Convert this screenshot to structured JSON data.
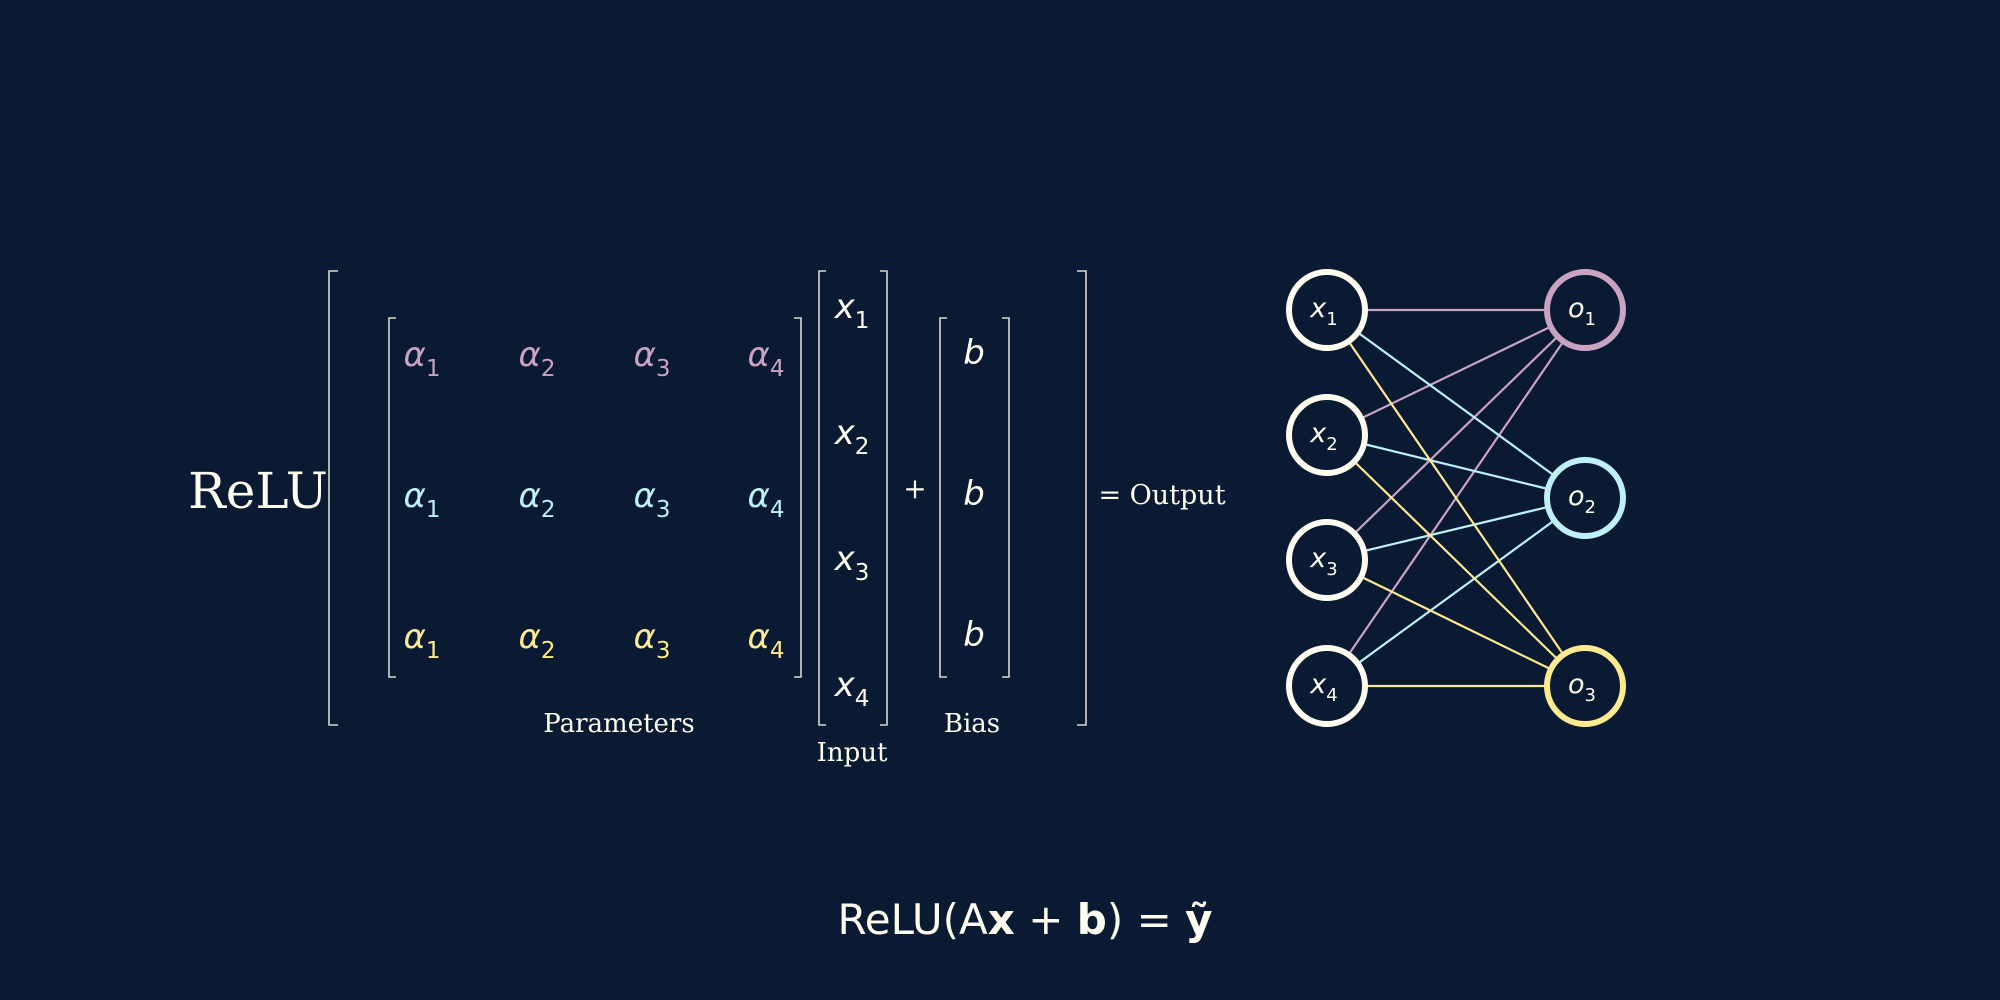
{
  "colors": {
    "background": "#0b1a33",
    "foreground": "#fffdf0",
    "bracket": "#d9d7cc",
    "row1": "#c9a3c0",
    "row2": "#bdf0f8",
    "row3": "#fde98f"
  },
  "expression": {
    "function_label": "ReLU",
    "param_symbol": "α",
    "param_subscripts": [
      "1",
      "2",
      "3",
      "4"
    ],
    "input_symbol": "x",
    "input_subscripts": [
      "1",
      "2",
      "3",
      "4"
    ],
    "plus": "+",
    "bias_symbol": "b",
    "parameters_label": "Parameters",
    "input_label": "Input",
    "bias_label": "Bias",
    "output_label": "= Output"
  },
  "network": {
    "input_nodes": [
      {
        "sym": "x",
        "sub": "1"
      },
      {
        "sym": "x",
        "sub": "2"
      },
      {
        "sym": "x",
        "sub": "3"
      },
      {
        "sym": "x",
        "sub": "4"
      }
    ],
    "output_nodes": [
      {
        "sym": "o",
        "sub": "1",
        "color": "#c9a3c0"
      },
      {
        "sym": "o",
        "sub": "2",
        "color": "#bdf0f8"
      },
      {
        "sym": "o",
        "sub": "3",
        "color": "#fde98f"
      }
    ]
  },
  "equation": {
    "relu": "ReLU(A",
    "x": "x",
    "plus": " + ",
    "b": "b",
    "equals": ") = ",
    "y": "ỹ"
  }
}
